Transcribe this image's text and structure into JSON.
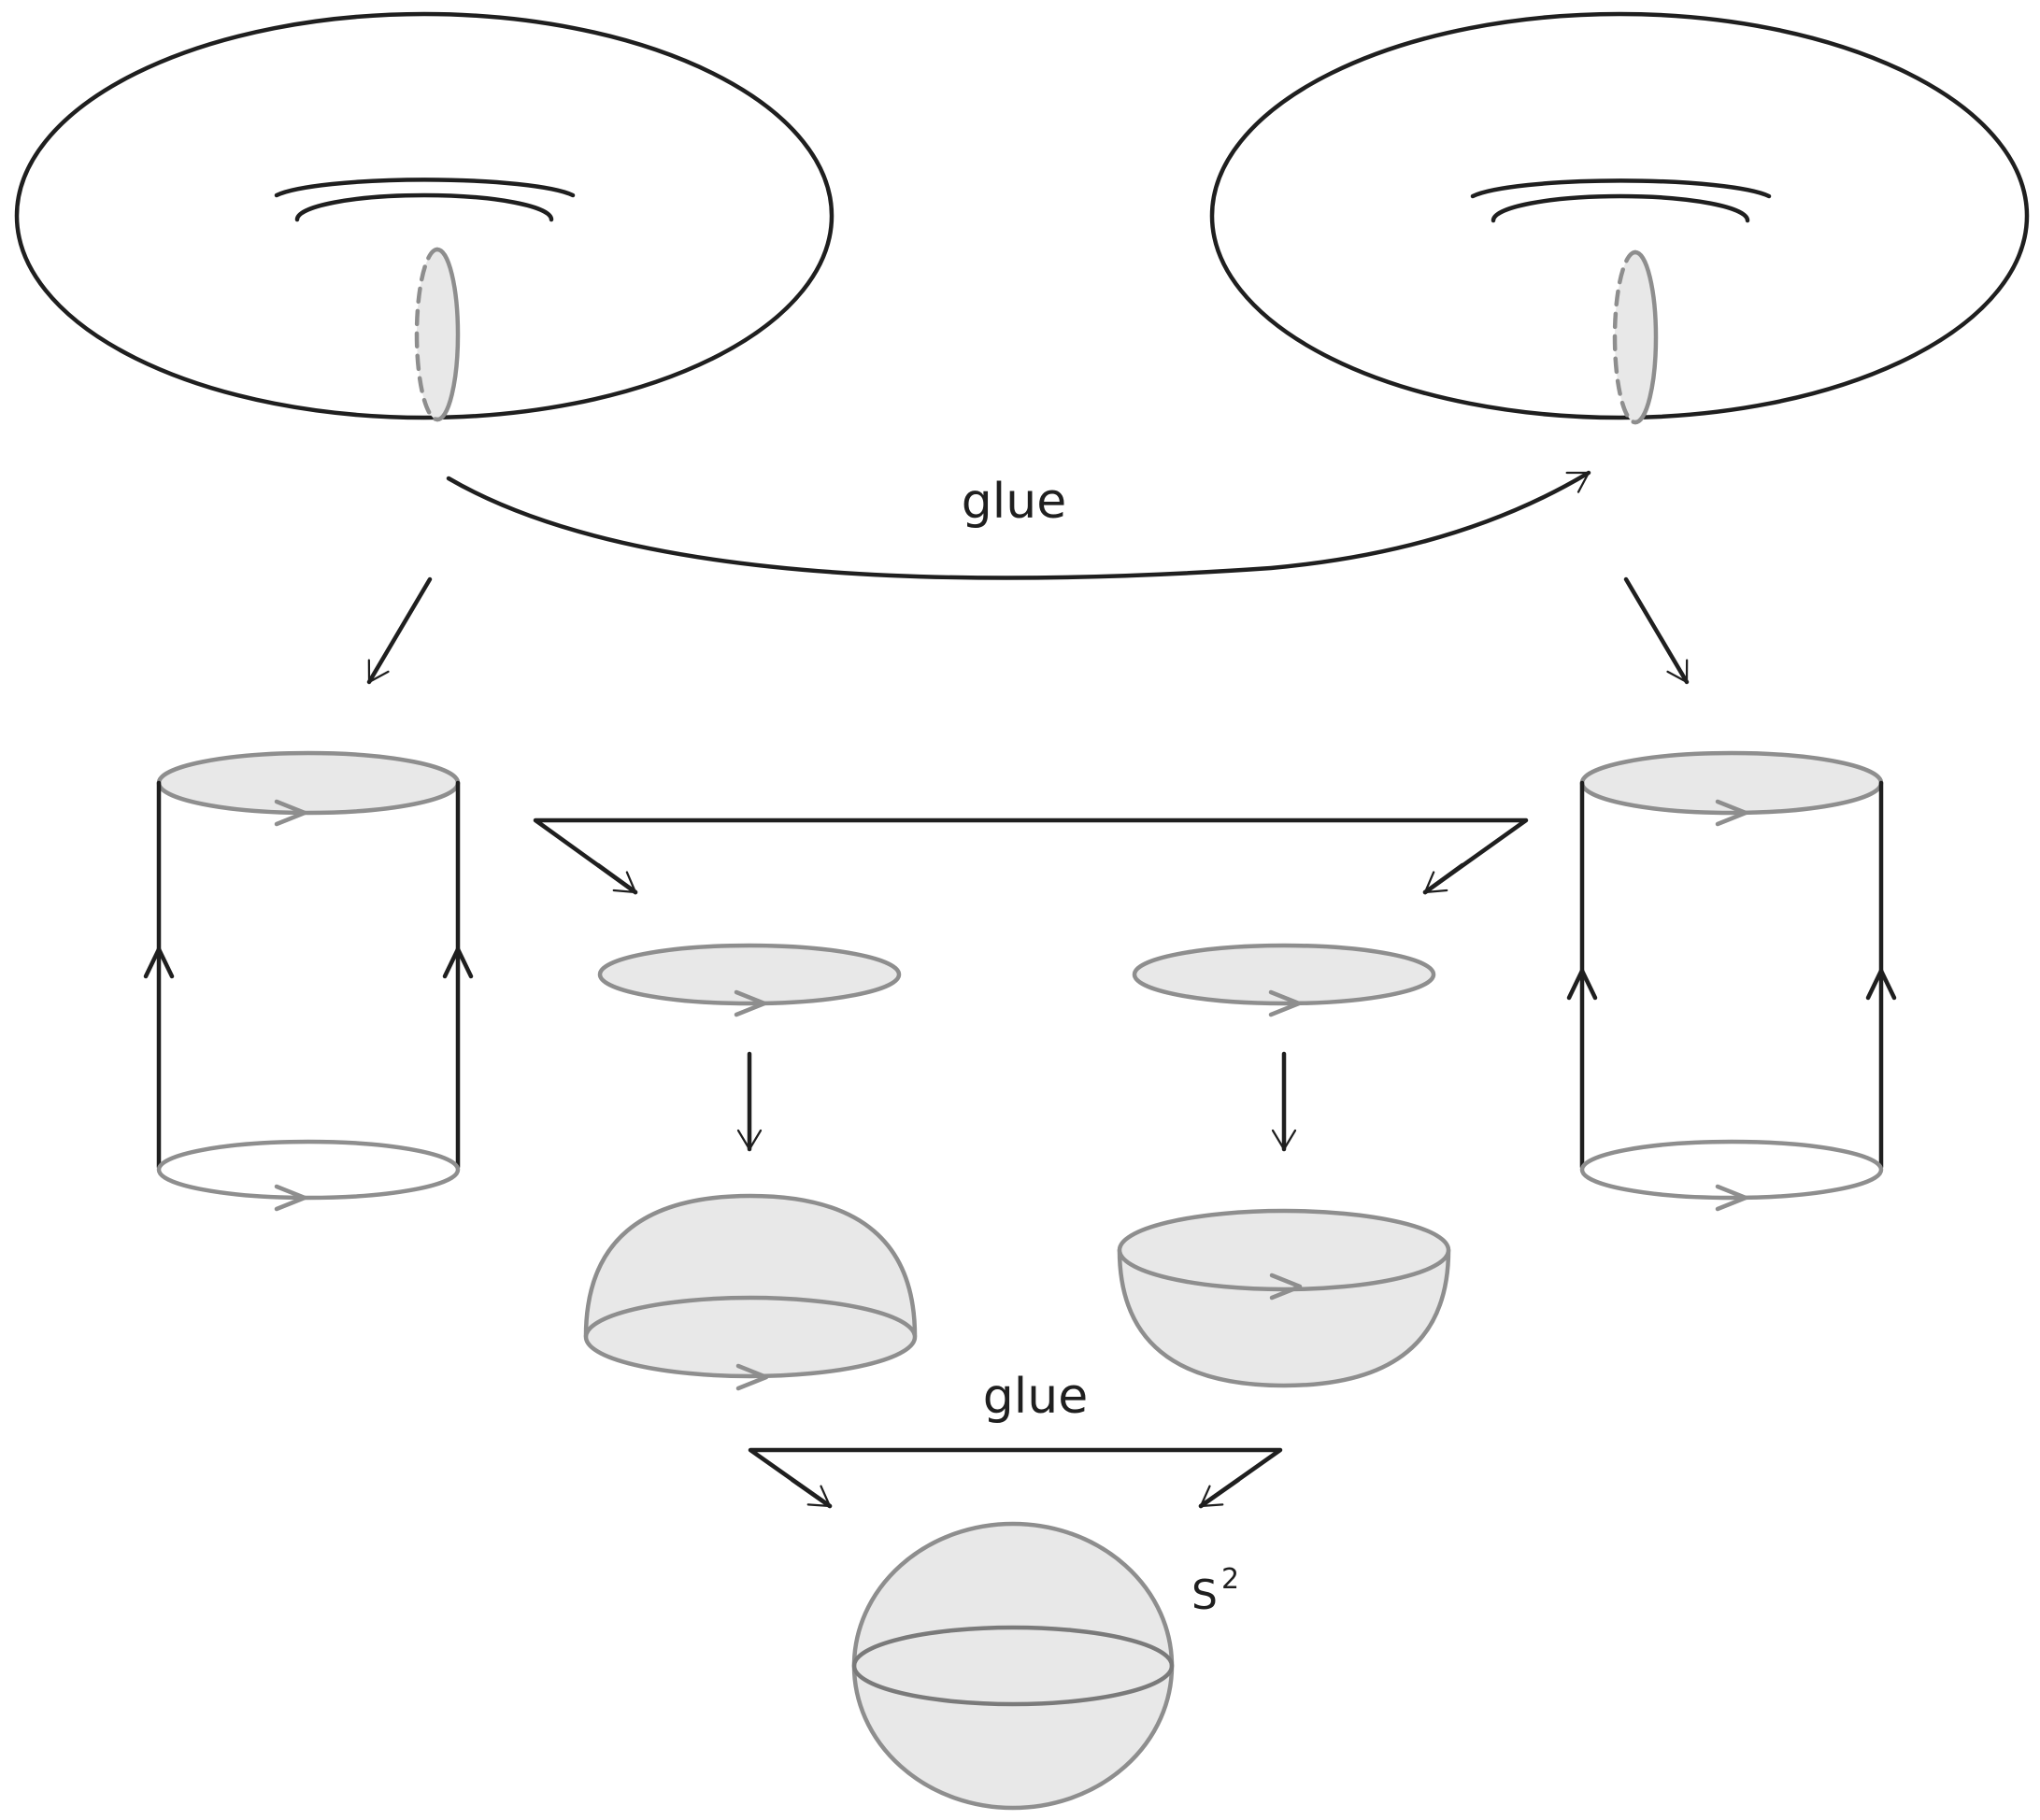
{
  "labels": {
    "glue_top": "glue",
    "glue_bottom": "glue",
    "sphere_base": "S",
    "sphere_exponent": "2"
  },
  "colors": {
    "line": "#1f1f1f",
    "curve_gray": "#8e8e8e",
    "fill_gray": "#e8e8e8",
    "background": "#ffffff"
  }
}
